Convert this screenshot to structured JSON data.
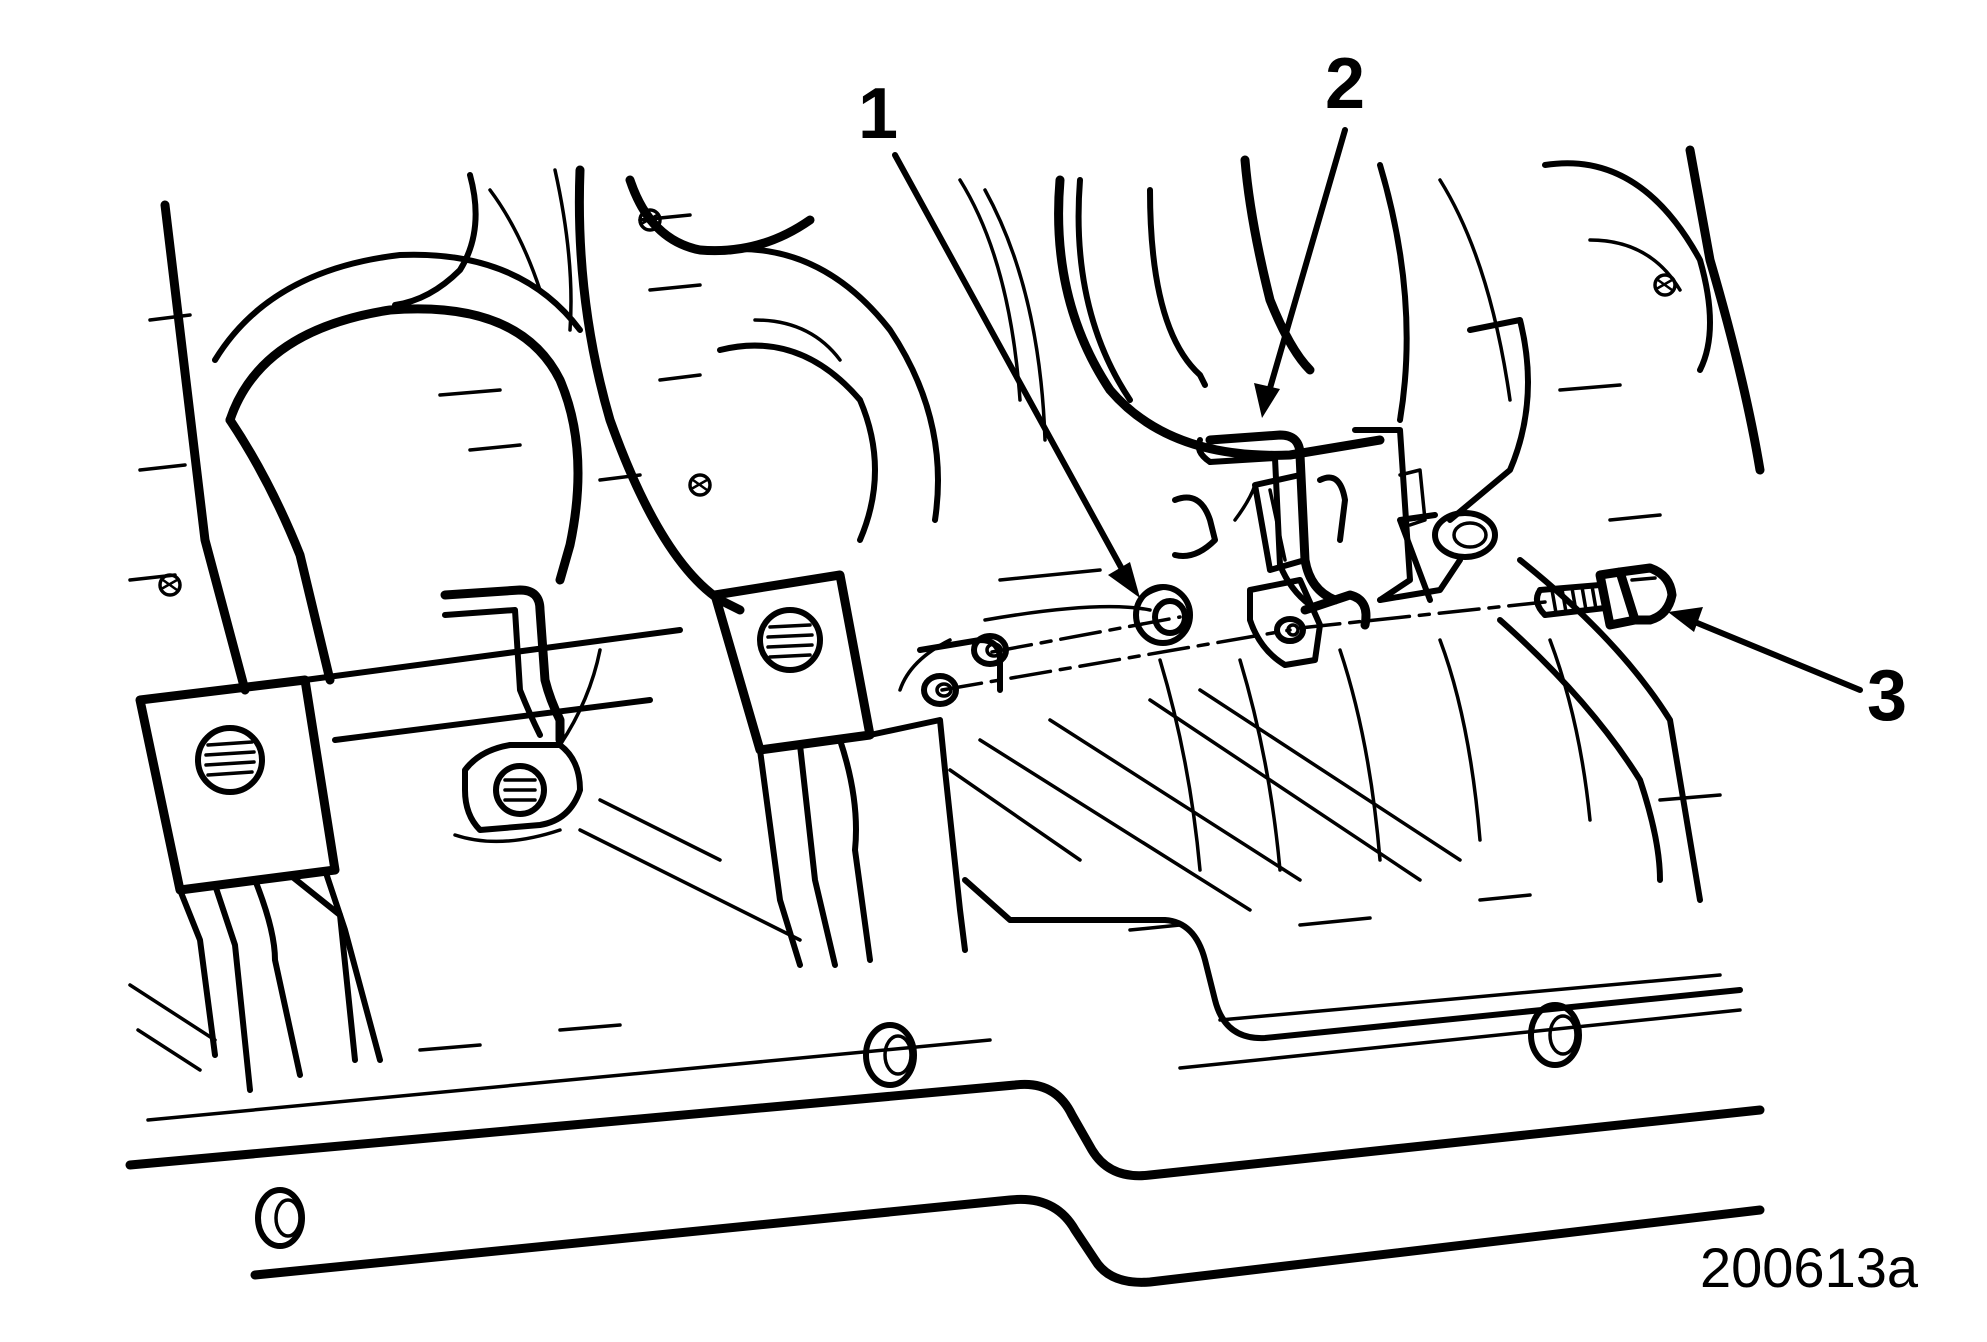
{
  "figure": {
    "id_label": "200613a"
  },
  "callouts": [
    {
      "label": "1"
    },
    {
      "label": "2"
    },
    {
      "label": "3"
    }
  ],
  "colors": {
    "ink": "#000000",
    "background": "#ffffff"
  }
}
